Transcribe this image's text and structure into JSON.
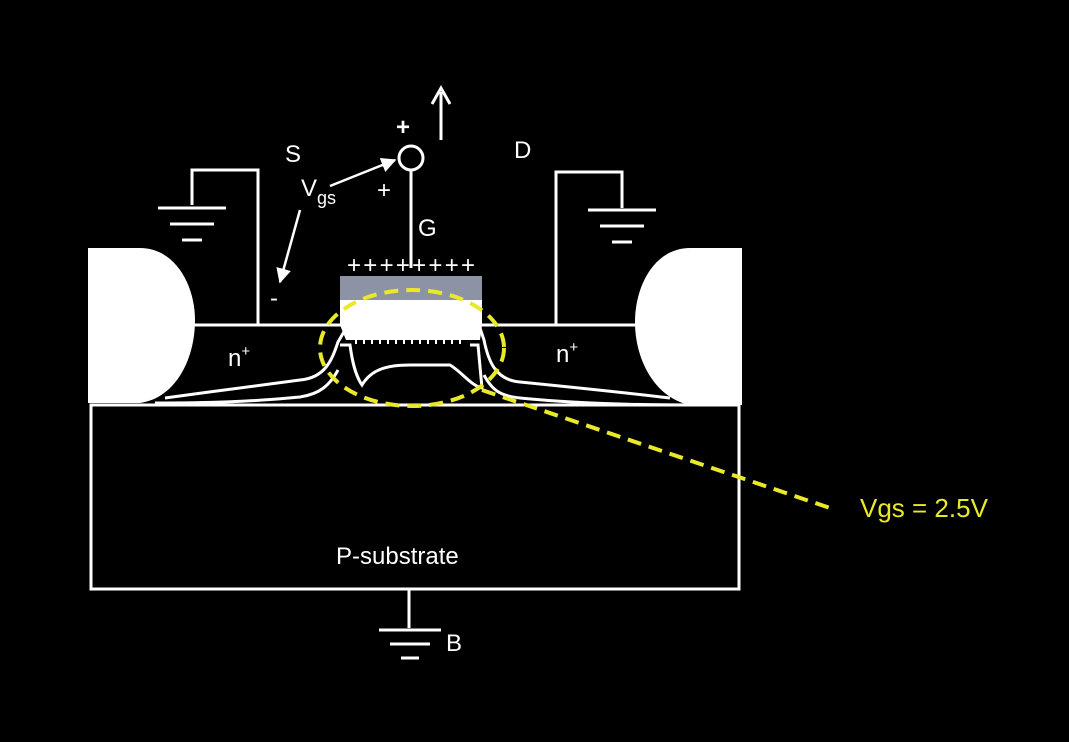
{
  "labels": {
    "source": "S",
    "drain": "D",
    "gate": "G",
    "vgs_v": "V",
    "vgs_sub": "gs",
    "vgs_plus": "+",
    "vgs_minus": "-",
    "gate_plus_big": "+",
    "gate_charges": "++++++++",
    "n_left": "n",
    "n_right": "n",
    "n_sup": "+",
    "substrate": "P-substrate",
    "body": "B"
  },
  "annotation": {
    "text": "Vgs = 2.5V",
    "color": "#e9e92a"
  },
  "colors": {
    "background": "#000000",
    "lines": "#ffffff",
    "gate_oxide": "#8c93a5"
  },
  "icons": {
    "up_arrow": "up-arrow-icon",
    "ground": "ground-icon",
    "terminal": "terminal-circle-icon"
  }
}
